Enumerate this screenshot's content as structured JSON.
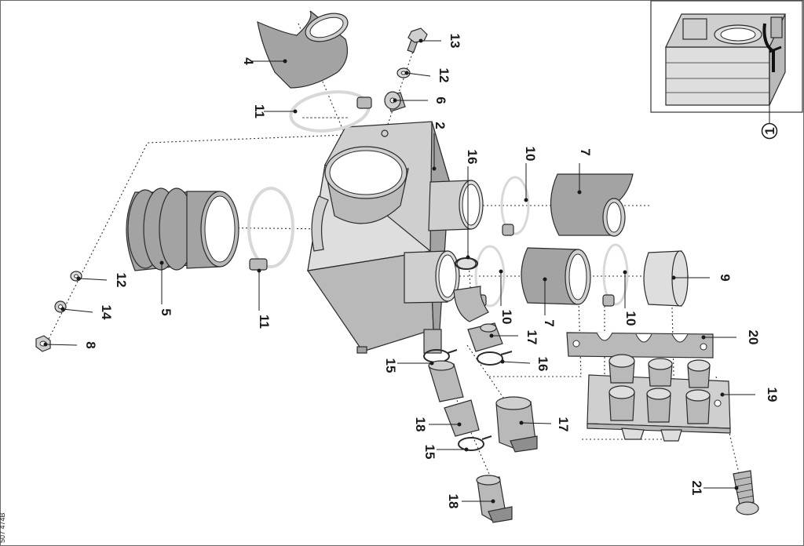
{
  "diagram": {
    "document_ref": "507 474B",
    "callouts": {
      "c1": "1",
      "c2": "2",
      "c4": "4",
      "c5": "5",
      "c6": "6",
      "c7a": "7",
      "c7b": "7",
      "c8": "8",
      "c9": "9",
      "c10a": "10",
      "c10b": "10",
      "c10c": "10",
      "c11a": "11",
      "c11b": "11",
      "c12a": "12",
      "c12b": "12",
      "c13": "13",
      "c14": "14",
      "c15a": "15",
      "c15b": "15",
      "c16a": "16",
      "c16b": "16",
      "c17a": "17",
      "c17b": "17",
      "c18a": "18",
      "c18b": "18",
      "c19": "19",
      "c20": "20",
      "c21": "21"
    }
  }
}
